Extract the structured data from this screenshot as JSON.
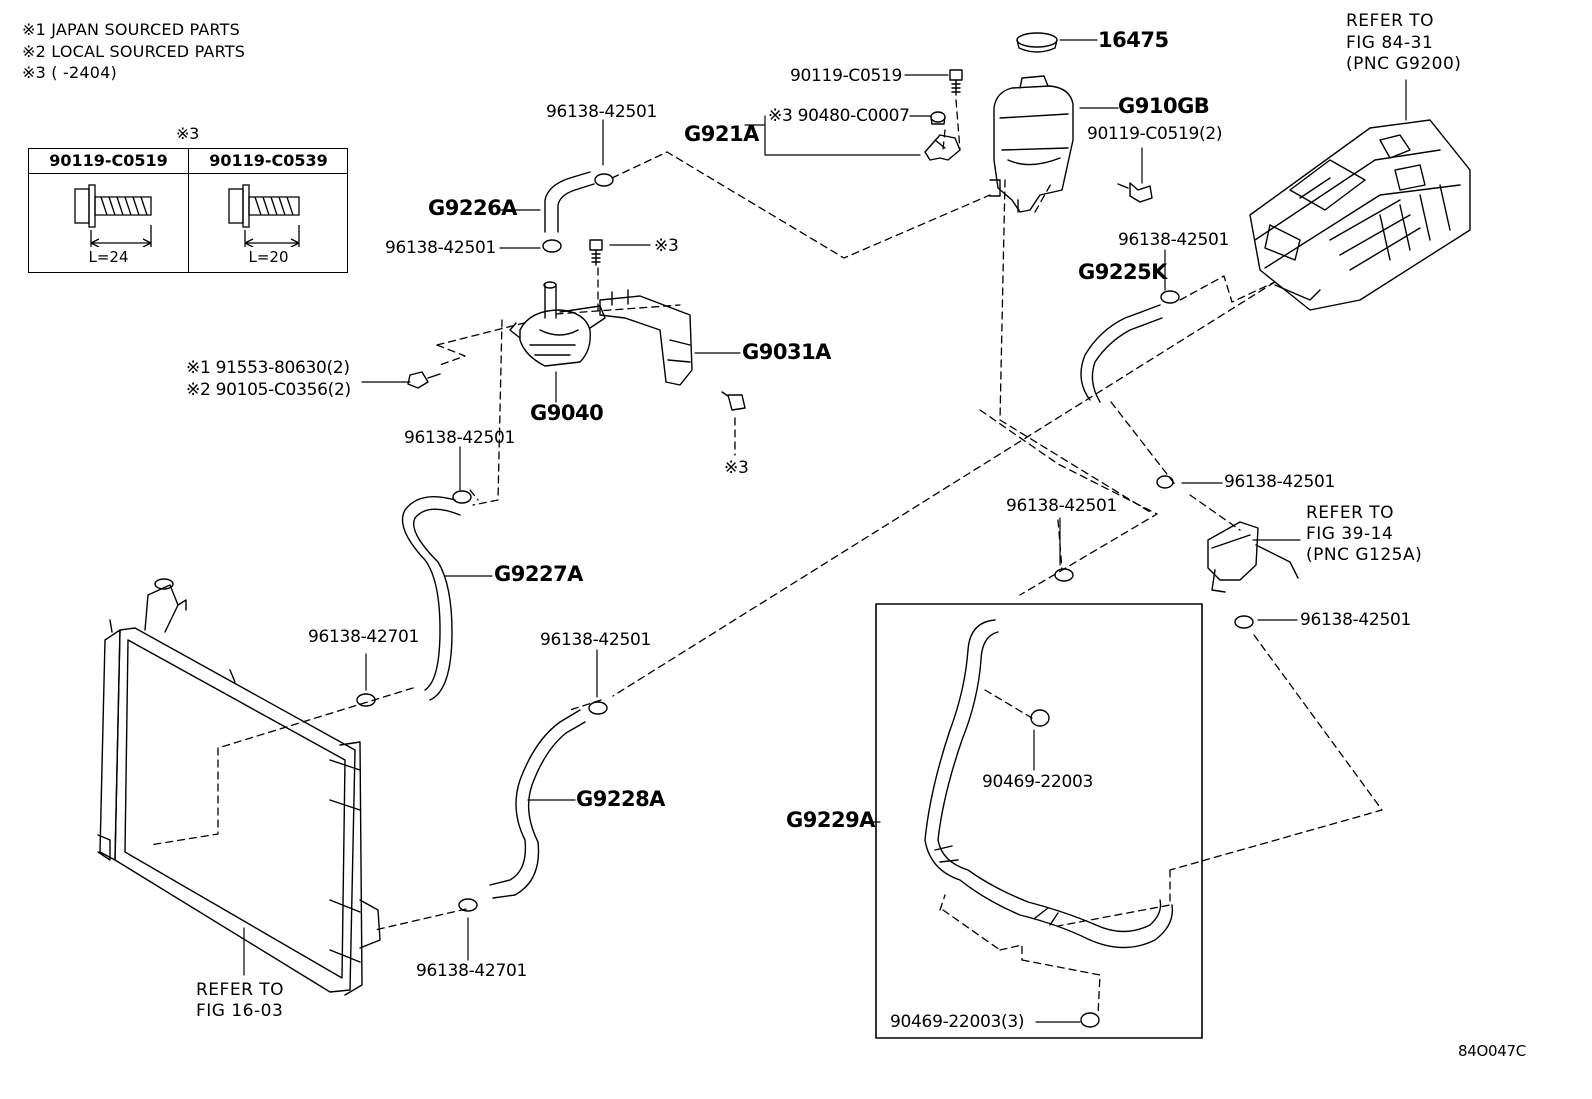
{
  "notes": [
    "※1 JAPAN SOURCED PARTS",
    "※2 LOCAL SOURCED PARTS",
    "※3 (        -2404)"
  ],
  "legend": {
    "mark": "※3",
    "columns": [
      {
        "part": "90119-C0519",
        "length": "L=24"
      },
      {
        "part": "90119-C0539",
        "length": "L=20"
      }
    ]
  },
  "callouts": {
    "c16475": "16475",
    "c90119_top": "90119-C0519",
    "c90480": "※3 90480-C0007",
    "g921a": "G921A",
    "g910gb": "G910GB",
    "c90119_2": "90119-C0519(2)",
    "c96138_top": "96138-42501",
    "g9226a": "G9226A",
    "c96138_pump": "96138-42501",
    "m3_a": "※3",
    "g9031a": "G9031A",
    "j91553": "※1 91553-80630(2)",
    "j90105": "※2 90105-C0356(2)",
    "g9040": "G9040",
    "m3_b": "※3",
    "c96138_mid": "96138-42501",
    "g9227a": "G9227A",
    "c96138_42701_a": "96138-42701",
    "c96138_g9228": "96138-42501",
    "g9228a": "G9228A",
    "c96138_42701_b": "96138-42701",
    "c96138_g9225": "96138-42501",
    "g9225k": "G9225K",
    "c96138_right1": "96138-42501",
    "c96138_box": "96138-42501",
    "c96138_right2": "96138-42501",
    "g9229a": "G9229A",
    "c90469": "90469-22003",
    "c90469_3": "90469-22003(3)",
    "diagram_id": "84O047C"
  },
  "references": {
    "inverter": [
      "REFER TO",
      "FIG 84-31",
      "(PNC G9200)"
    ],
    "valve": [
      "REFER TO",
      "FIG 39-14",
      "(PNC G125A)"
    ],
    "radiator": [
      "REFER TO",
      "FIG 16-03"
    ]
  }
}
